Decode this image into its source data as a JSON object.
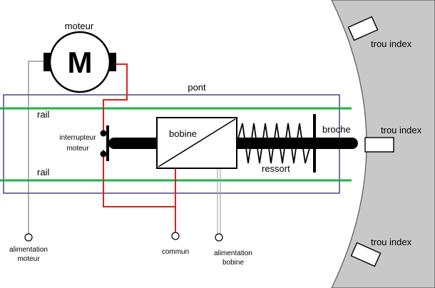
{
  "labels": {
    "moteur": "moteur",
    "motor_letter": "M",
    "pont": "pont",
    "rail_top": "rail",
    "rail_bottom": "rail",
    "interrupteur_1": "interrupteur",
    "interrupteur_2": "moteur",
    "bobine": "bobine",
    "ressort": "ressort",
    "broche": "broche",
    "trou_index_top": "trou index",
    "trou_index_mid": "trou index",
    "trou_index_bottom": "trou index",
    "alim_moteur_1": "alimentation",
    "alim_moteur_2": "moteur",
    "commun": "commun",
    "alim_bobine_1": "alimentation",
    "alim_bobine_2": "bobine"
  },
  "colors": {
    "wheel": "#c8c8c8",
    "pont_frame": "#5b4a8a",
    "rail": "#1fb34a",
    "wire_red": "#e0201c",
    "wire_gray": "#b0b0b0",
    "ink": "#000000"
  }
}
